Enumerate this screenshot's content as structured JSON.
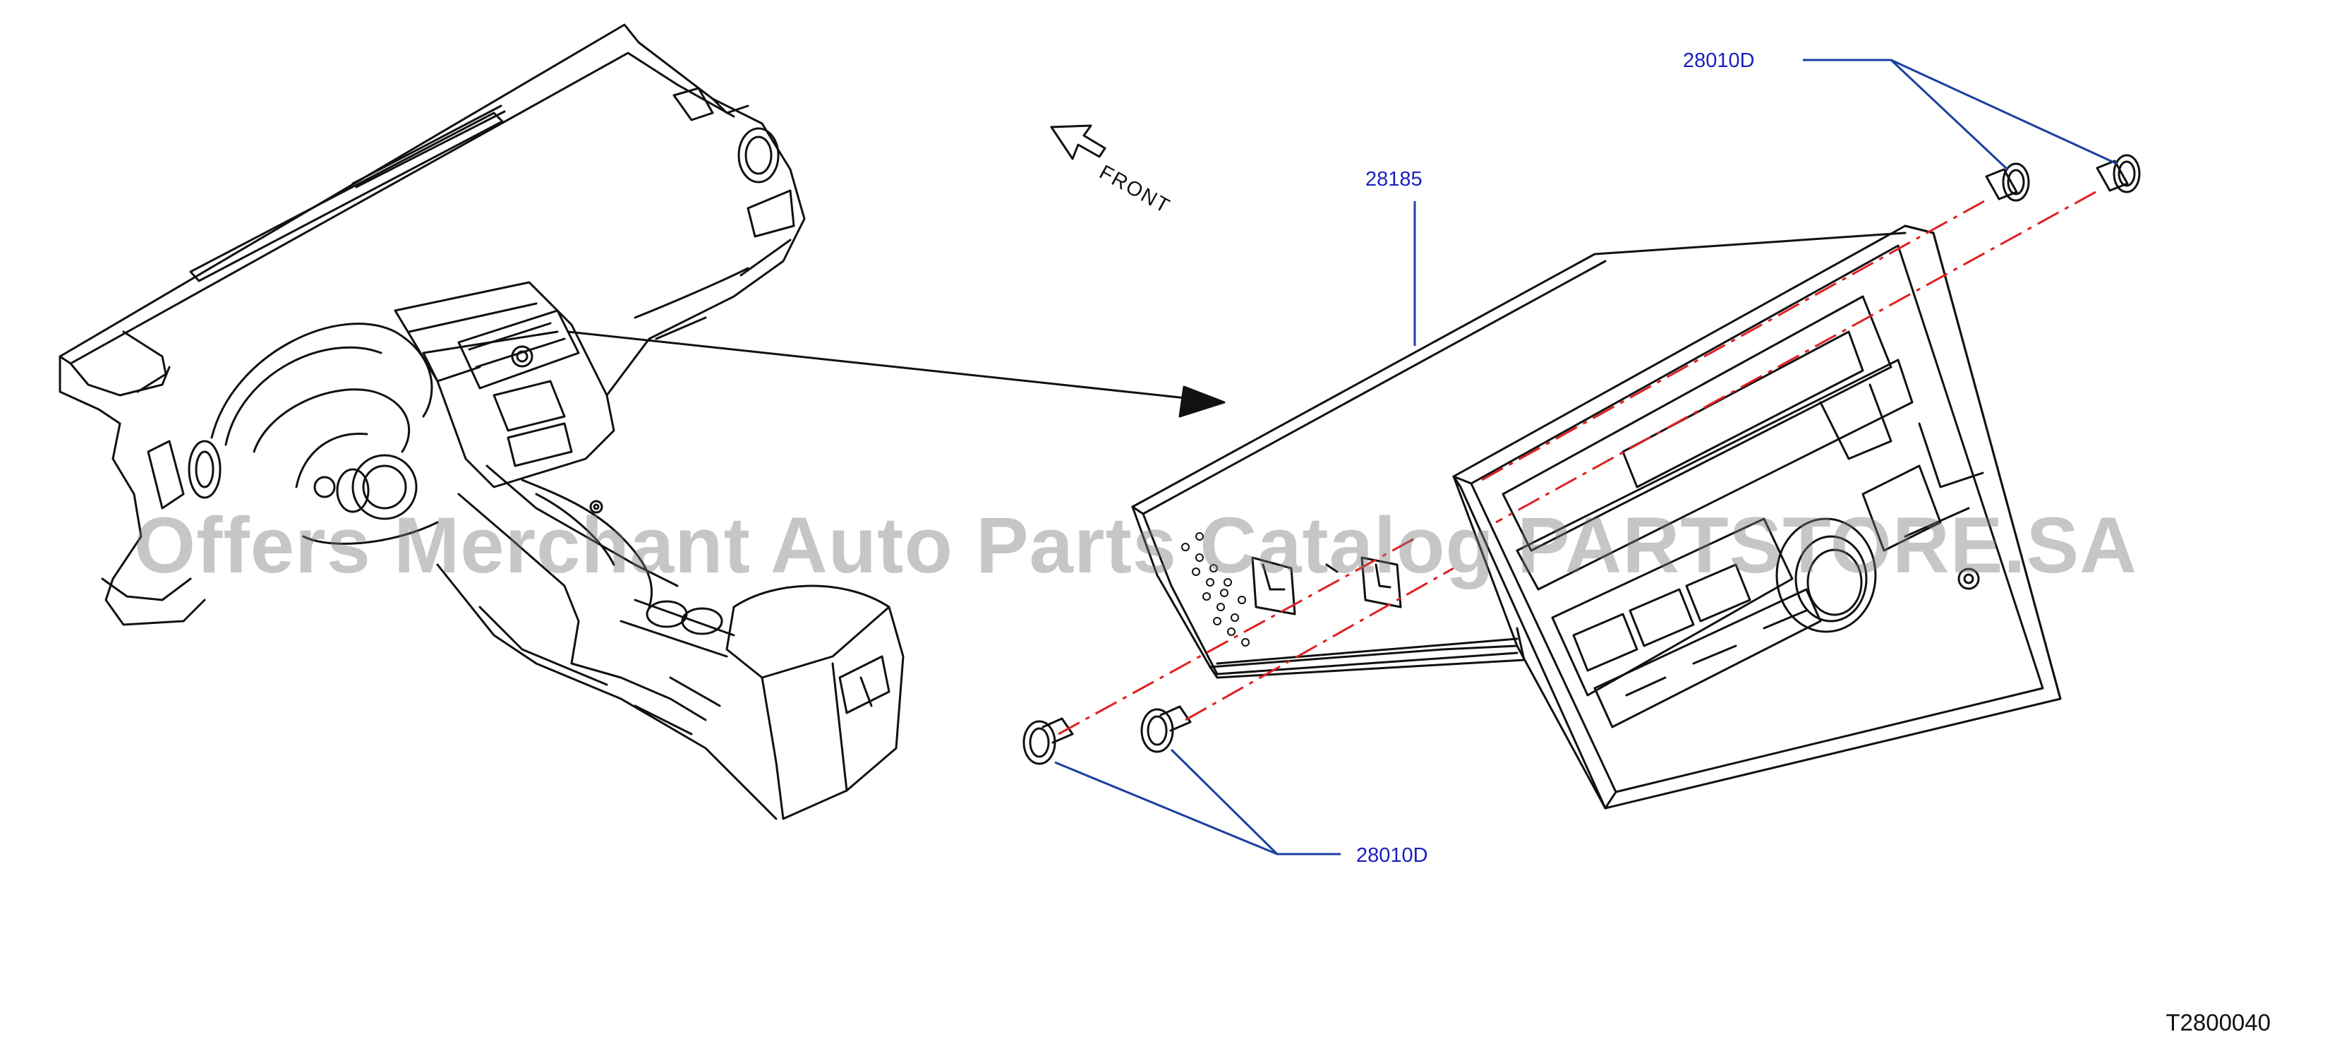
{
  "part_labels": {
    "bracket_screw_top": "28010D",
    "audio_unit": "28185",
    "bracket_screw_bottom": "28010D"
  },
  "orientation_label": "FRONT",
  "diagram_id": "T2800040",
  "watermark": "Offers Merchant Auto Parts Catalog PARTSTORE.SA",
  "colors": {
    "leader_line": "#1a3fa0",
    "label_text": "#1a1fbf",
    "centerline": "#e02020",
    "outline": "#111111"
  }
}
